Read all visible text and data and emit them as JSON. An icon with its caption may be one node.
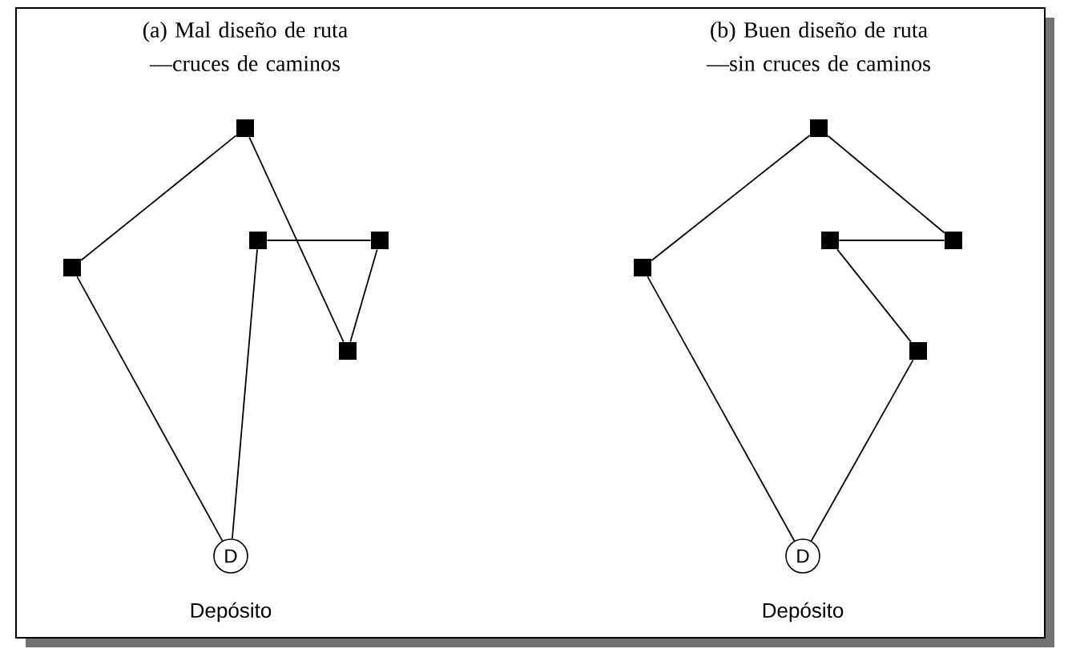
{
  "diagram": {
    "nodes": [
      {
        "text": [],
        "shape": "box"
      },
      {
        "text": [],
        "shape": "box"
      },
      {
        "text": [],
        "shape": "box"
      },
      {
        "text": [],
        "shape": "box"
      },
      {
        "text": [],
        "shape": "box"
      },
      {
        "text": [
          "D"
        ],
        "beside": [
          "Depósito"
        ]
      },
      {
        "text": [],
        "shape": "box"
      },
      {
        "text": [],
        "shape": "box"
      },
      {
        "text": [],
        "shape": "box"
      },
      {
        "text": [],
        "shape": "box"
      },
      {
        "text": [],
        "shape": "box"
      },
      {
        "text": [
          "D"
        ],
        "beside": [
          "Depósito"
        ]
      }
    ],
    "edges": [
      {
        "from": 5,
        "to": 1,
        "arrow": "none"
      },
      {
        "from": 1,
        "to": 0,
        "arrow": "none"
      },
      {
        "from": 0,
        "to": 4,
        "arrow": "none"
      },
      {
        "from": 4,
        "to": 3,
        "arrow": "none"
      },
      {
        "from": 3,
        "to": 2,
        "arrow": "none"
      },
      {
        "from": 2,
        "to": 5,
        "arrow": "none"
      },
      {
        "from": 11,
        "to": 7,
        "arrow": "none"
      },
      {
        "from": 7,
        "to": 6,
        "arrow": "none"
      },
      {
        "from": 6,
        "to": 9,
        "arrow": "none"
      },
      {
        "from": 9,
        "to": 8,
        "arrow": "none"
      },
      {
        "from": 8,
        "to": 10,
        "arrow": "none"
      },
      {
        "from": 10,
        "to": 11,
        "arrow": "none"
      }
    ],
    "labels": [
      "(a) Mal diseño de ruta —cruces de caminos",
      "(b) Buen diseño de ruta —sin cruces de caminos"
    ]
  }
}
